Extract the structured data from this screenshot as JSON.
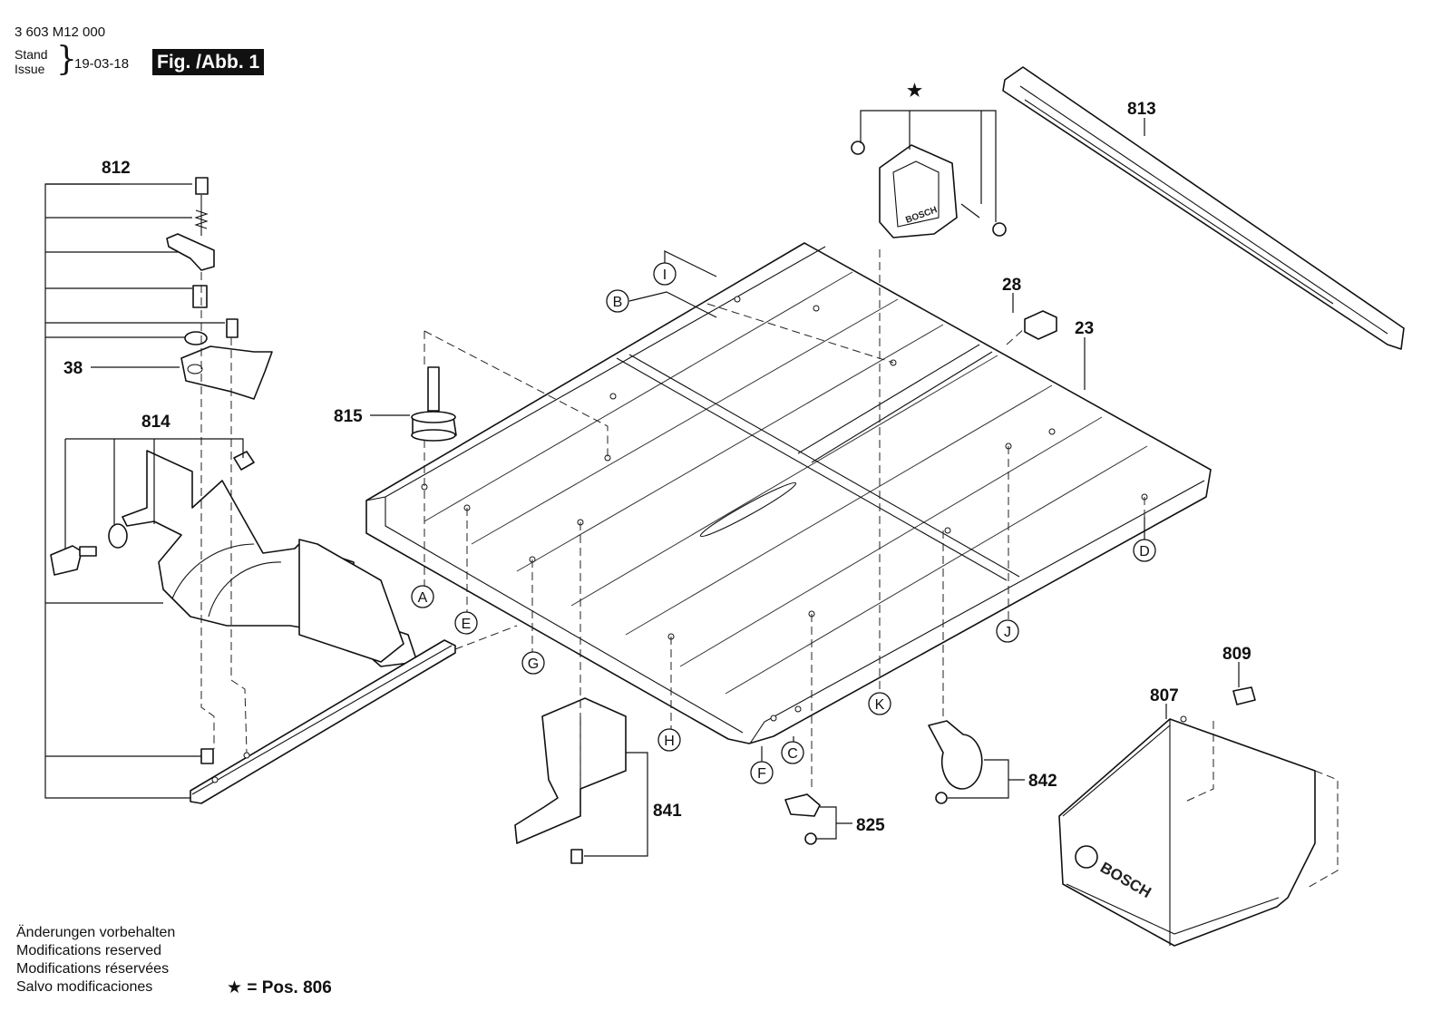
{
  "header": {
    "doc_number": "3 603 M12 000",
    "stand_label": "Stand",
    "issue_label": "Issue",
    "brace": "}",
    "issue_date": "19-03-18",
    "figure_label": "Fig. /Abb. 1"
  },
  "parts": {
    "p812": "812",
    "p38": "38",
    "p814": "814",
    "p815": "815",
    "p813": "813",
    "p28": "28",
    "p23": "23",
    "p809": "809",
    "p807": "807",
    "p841": "841",
    "p825": "825",
    "p842": "842",
    "star": "★"
  },
  "refs": {
    "A": "A",
    "B": "B",
    "C": "C",
    "D": "D",
    "E": "E",
    "F": "F",
    "G": "G",
    "H": "H",
    "I": "I",
    "J": "J",
    "K": "K"
  },
  "brand": {
    "logo_text": "BOSCH"
  },
  "footer": {
    "note_de": "Änderungen vorbehalten",
    "note_en": "Modifications reserved",
    "note_fr": "Modifications réservées",
    "note_es": "Salvo modificaciones",
    "star_symbol": "★",
    "star_text": " = Pos. 806"
  }
}
